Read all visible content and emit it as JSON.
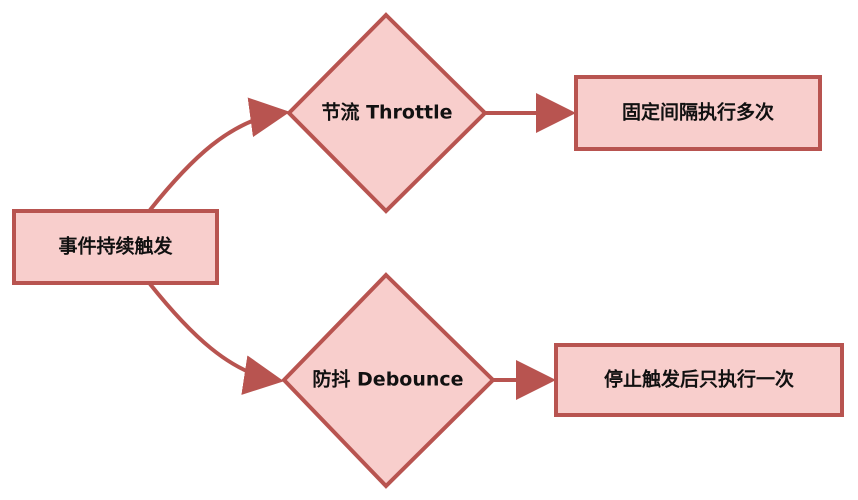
{
  "colors": {
    "node_fill": "#f8cecc",
    "node_stroke": "#b85450",
    "edge": "#b85450",
    "text": "#111111"
  },
  "nodes": {
    "event": {
      "label": "事件持续触发"
    },
    "throttle": {
      "label": "节流 Throttle"
    },
    "debounce": {
      "label": "防抖 Debounce"
    },
    "throttle_result": {
      "label": "固定间隔执行多次"
    },
    "debounce_result": {
      "label": "停止触发后只执行一次"
    }
  }
}
